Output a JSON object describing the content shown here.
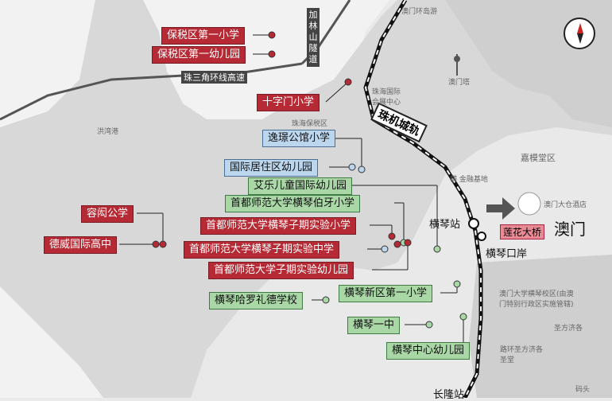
{
  "labels": {
    "baoshui_primary": "保税区第一小学",
    "baoshui_kindergarten": "保税区第一幼儿园",
    "shizimen": "十字门小学",
    "yipu": "逸璟公馆小学",
    "guoji_kindergarten": "国际居住区幼儿园",
    "aile": "艾乐儿童国际幼儿园",
    "boya": "首都师范大学横琴伯牙小学",
    "rongmin": "容闳公学",
    "ziqi_primary": "首都师范大学横琴子期实验小学",
    "dewei": "德威国际高中",
    "ziqi_middle": "首都师范大学横琴子期实验中学",
    "ziqi_kindergarten": "首都师范大学子期实验幼儿园",
    "harrow": "横琴哈罗礼德学校",
    "xinqu": "横琴新区第一小学",
    "yizhong": "横琴一中",
    "zhongxin": "横琴中心幼儿园"
  },
  "places": {
    "gongbei": "澳门环岛游",
    "tower": "澳门塔",
    "exhibition": "珠海国际\n会展中心",
    "baoshuiqu": "珠海保税区",
    "hongwan": "洪湾港",
    "jiamo": "嘉模堂区",
    "jinkong": "横  金融基地",
    "hotel": "澳门大仓酒店",
    "umac": "澳门大学横琴校区(由澳\n门特别行政区实施管辖)",
    "shengfangji": "圣方济各",
    "luhuan": "路环圣方济各\n圣堂",
    "wharf": "码头"
  },
  "roads": {
    "sanjiao": "珠三角环线高速",
    "jiaozhu": "加林山隧道",
    "rail": "珠机城轨"
  },
  "stations": {
    "hengqin": "横琴站",
    "kouan": "横琴口岸",
    "changlong": "长隆站",
    "lotus_bridge": "莲花大桥"
  },
  "region": "澳门",
  "colors": {
    "red": "#b52a34",
    "blue": "#bcd6ee",
    "green": "#a9d7a6"
  },
  "icons": [
    "compass-icon",
    "arrow-right-icon",
    "station-icon",
    "tower-icon"
  ]
}
